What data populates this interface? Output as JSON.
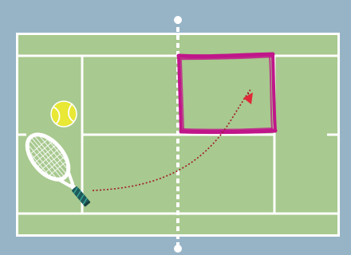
{
  "scene": {
    "type": "tennis-court-diagram",
    "colors": {
      "surround": "#97b4c7",
      "court": "#a8c98f",
      "lines": "#ffffff",
      "target_zone": "#c0168a",
      "trajectory": "#a01828",
      "arrow": "#e02838",
      "ball": "#e8e835",
      "racket_frame": "#ffffff",
      "racket_grip": "#1f5a5a"
    },
    "icons": {
      "ball": "tennis-ball-icon",
      "racket": "tennis-racket-icon",
      "arrow": "arrowhead-icon"
    },
    "target_zone_label": "target-zone",
    "net_label": "net-line"
  }
}
